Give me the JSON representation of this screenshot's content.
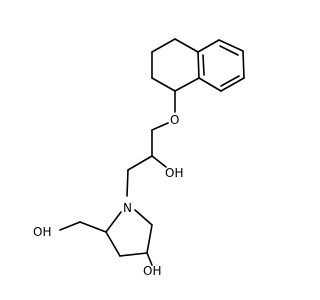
{
  "molecule": {
    "atoms": {
      "ether_oxygen": "O",
      "secondary_alcohol": "OH",
      "ring_nitrogen": "N",
      "hydroxymethyl_oxygen": "OH",
      "ring_hydroxyl": "OH"
    }
  }
}
